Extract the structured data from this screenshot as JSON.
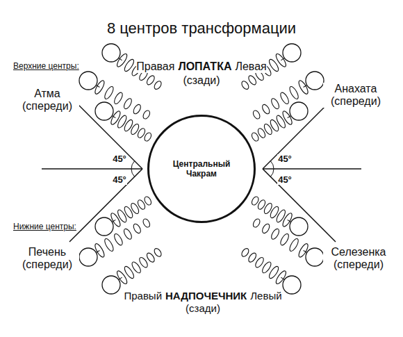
{
  "diagram": {
    "title": "8 центров трансформации",
    "nodes": [
      {
        "text": [
          "Центральный Чакрам"
        ]
      }
    ],
    "labels": [
      "Верхние центры:",
      "Правая",
      "ЛОПАТКА",
      "Левая",
      "(сзади)",
      "Атма (спереди)",
      "Анахата (спереди)",
      "45°",
      "45°",
      "45°",
      "45°",
      "Нижние центры:",
      "Печень (спереди)",
      "Селезенка (спереди)",
      "Правый",
      "НАДПОЧЕЧНИК",
      "Левый",
      "(сзади)"
    ]
  }
}
